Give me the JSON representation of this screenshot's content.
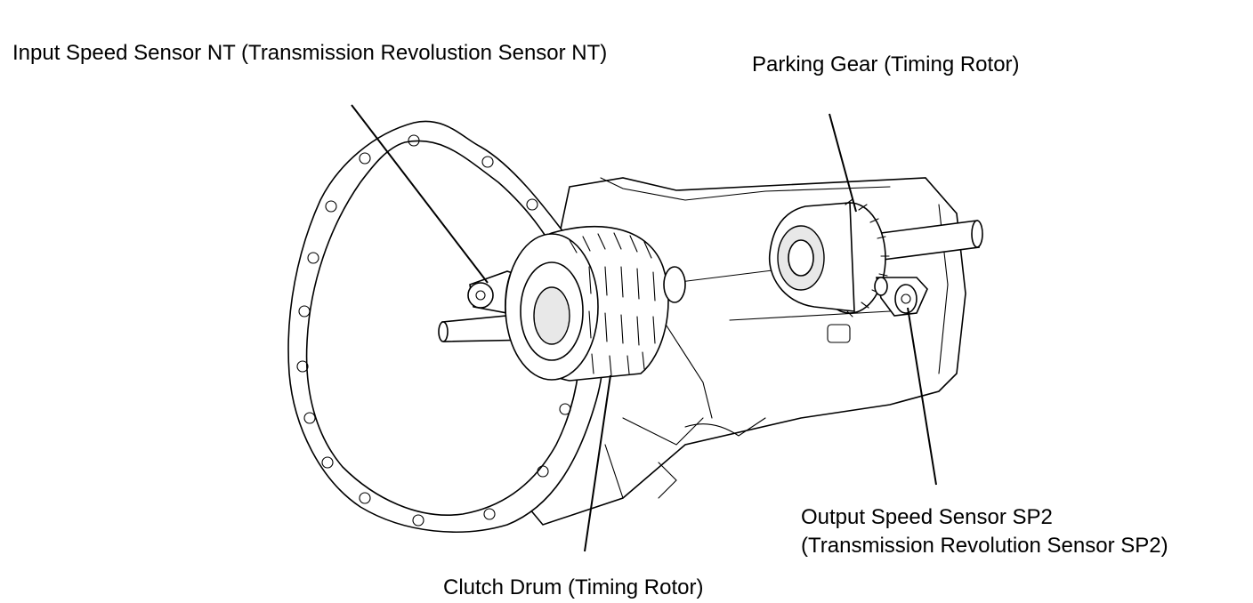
{
  "labels": {
    "input_sensor": "Input Speed Sensor NT (Transmission Revolustion Sensor NT)",
    "parking_gear": "Parking Gear (Timing Rotor)",
    "output_sensor_line1": "Output Speed Sensor SP2",
    "output_sensor_line2": "(Transmission Revolution Sensor SP2)",
    "clutch_drum": "Clutch Drum (Timing Rotor)"
  }
}
